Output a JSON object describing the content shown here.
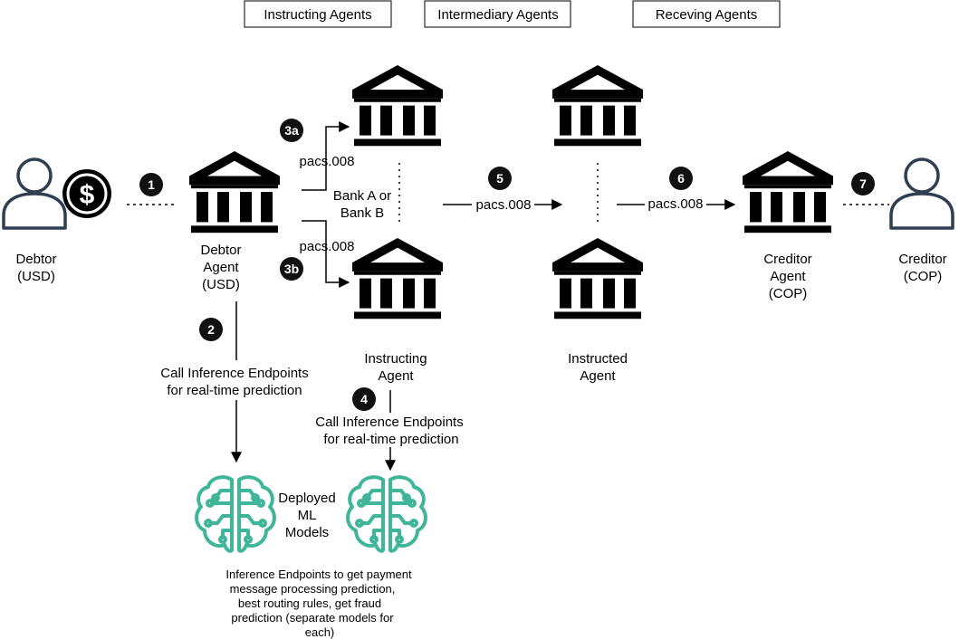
{
  "headers": {
    "instructing": "Instructing Agents",
    "intermediary": "Intermediary Agents",
    "receiving": "Receving Agents"
  },
  "debtor": {
    "line1": "Debtor",
    "line2": "(USD)"
  },
  "debtor_agent": {
    "line1": "Debtor",
    "line2": "Agent",
    "line3": "(USD)"
  },
  "creditor_agent": {
    "line1": "Creditor",
    "line2": "Agent",
    "line3": "(COP)"
  },
  "creditor": {
    "line1": "Creditor",
    "line2": "(COP)"
  },
  "instructing_agent": {
    "line1": "Instructing",
    "line2": "Agent"
  },
  "instructed_agent": {
    "line1": "Instructed",
    "line2": "Agent"
  },
  "bank_choice": {
    "line1": "Bank A or",
    "line2": "Bank B"
  },
  "messages": {
    "m3a": "pacs.008",
    "m3b": "pacs.008",
    "m5": "pacs.008",
    "m6": "pacs.008"
  },
  "steps": {
    "s1": "1",
    "s2": "2",
    "s3a": "3a",
    "s3b": "3b",
    "s4": "4",
    "s5": "5",
    "s6": "6",
    "s7": "7"
  },
  "inference_call_2": {
    "line1": "Call Inference Endpoints",
    "line2": "for real-time prediction"
  },
  "inference_call_4": {
    "line1": "Call Inference Endpoints",
    "line2": "for real-time prediction"
  },
  "ml_models": {
    "line1": "Deployed",
    "line2": "ML",
    "line3": "Models"
  },
  "endpoint_note": {
    "line1": "Inference Endpoints to get payment",
    "line2": "message processing prediction,",
    "line3": "best routing rules, get fraud",
    "line4": "prediction (separate models for",
    "line5": "each)"
  },
  "icons": {
    "bank": "bank-icon",
    "person": "person-icon",
    "dollar": "dollar-coin-icon",
    "ml_brain": "ml-brain-icon"
  },
  "colors": {
    "ml_green": "#3fb59a",
    "person_stroke": "#2f3e50",
    "badge": "#111111"
  }
}
